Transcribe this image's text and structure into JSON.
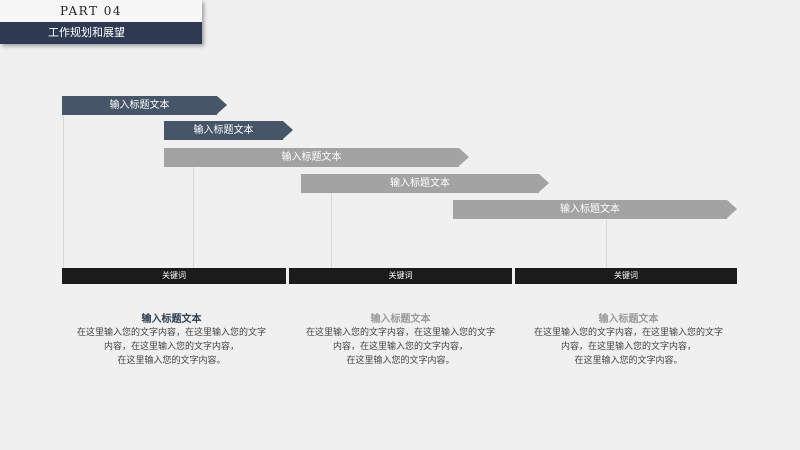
{
  "header": {
    "part": "PART  04",
    "title": "工作规划和展望"
  },
  "colors": {
    "dark": "#475569",
    "gray": "#a3a3a3",
    "bar": "#1b1b1b"
  },
  "arrows": [
    {
      "label": "输入标题文本"
    },
    {
      "label": "输入标题文本"
    },
    {
      "label": "输入标题文本"
    },
    {
      "label": "输入标题文本"
    },
    {
      "label": "输入标题文本"
    }
  ],
  "keywords": [
    "关键词",
    "关键词",
    "关键词"
  ],
  "columns": [
    {
      "title": "输入标题文本",
      "lines": [
        "在这里输入您的文字内容，在这里输入您的文字",
        "内容，在这里输入您的文字内容，",
        "在这里输入您的文字内容。"
      ]
    },
    {
      "title": "输入标题文本",
      "lines": [
        "在这里输入您的文字内容，在这里输入您的文字",
        "内容，在这里输入您的文字内容，",
        "在这里输入您的文字内容。"
      ]
    },
    {
      "title": "输入标题文本",
      "lines": [
        "在这里输入您的文字内容，在这里输入您的文字",
        "内容，在这里输入您的文字内容，",
        "在这里输入您的文字内容。"
      ]
    }
  ]
}
